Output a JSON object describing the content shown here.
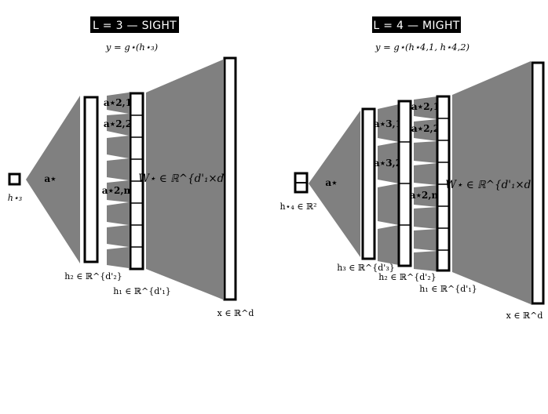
{
  "panels": [
    {
      "title": "L = 3 — SIGHT",
      "equation": "y = g⋆(h⋆₃)",
      "input_label": "h⋆₃",
      "a_label": "a⋆",
      "h_top_label": "h₂ ∈ ℝ^{d'₂}",
      "h1_label": "h₁ ∈ ℝ^{d'₁}",
      "x_label": "x ∈ ℝ^d",
      "w_label": "W⋆ ∈ ℝ^{d'₁×d}",
      "sub_labels": [
        "a⋆2,1",
        "a⋆2,2",
        "a⋆2,m"
      ]
    },
    {
      "title": "L = 4 — MIGHT",
      "equation": "y = g⋆(h⋆4,1, h⋆4,2)",
      "input_label": "h⋆₄ ∈ ℝ²",
      "a_label": "a⋆",
      "h3_label": "h₃ ∈ ℝ^{d'₃}",
      "h2_label": "h₂ ∈ ℝ^{d'₂}",
      "h1_label": "h₁ ∈ ℝ^{d'₁}",
      "x_label": "x ∈ ℝ^d",
      "w_label": "W⋆ ∈ ℝ^{d'₁×d}",
      "sub_labels_3": [
        "a⋆3,1",
        "a⋆3,2"
      ],
      "sub_labels_2": [
        "a⋆2,1",
        "a⋆2,2",
        "a⋆2,m"
      ]
    }
  ],
  "colors": {
    "shape": "#808080",
    "frame": "#000000",
    "header_bg": "#000000"
  }
}
